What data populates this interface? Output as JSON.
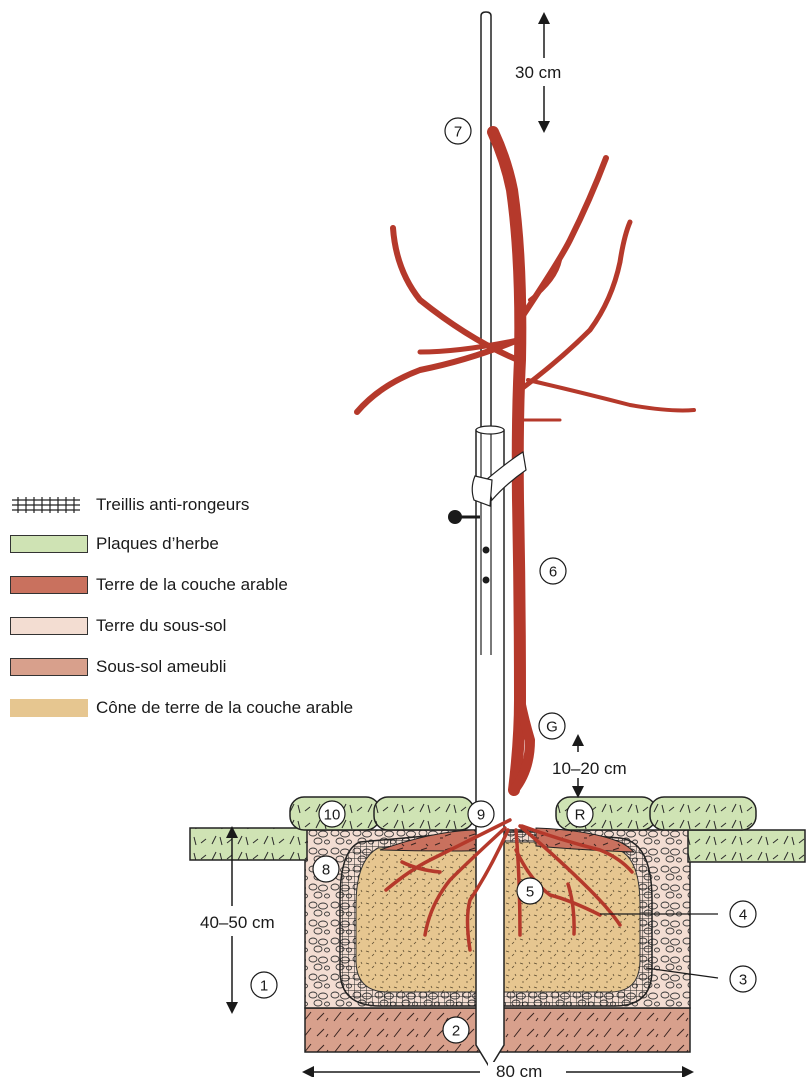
{
  "legend": {
    "items": [
      {
        "label": "Treillis anti-rongeurs"
      },
      {
        "label": "Plaques d’herbe"
      },
      {
        "label": "Terre de la couche arable"
      },
      {
        "label": "Terre du sous-sol"
      },
      {
        "label": "Sous-sol ameubli"
      },
      {
        "label": "Cône de terre de la couche arable"
      }
    ]
  },
  "dimensions": {
    "stake_top": "30 cm",
    "graft_height": "10–20 cm",
    "pit_depth": "40–50 cm",
    "pit_width": "80 cm"
  },
  "markers": {
    "m1": "1",
    "m2": "2",
    "m3": "3",
    "m4": "4",
    "m5": "5",
    "m6": "6",
    "m7": "7",
    "m8": "8",
    "m9": "9",
    "m10": "10",
    "g": "G",
    "r": "R"
  },
  "colors": {
    "tree": "#b5392b",
    "grass": "#cfe3b4",
    "topsoil": "#c9715e",
    "subsoil": "#f3ddd2",
    "loosened_subsoil": "#d8a08c",
    "topsoil_cone": "#e6c690"
  }
}
